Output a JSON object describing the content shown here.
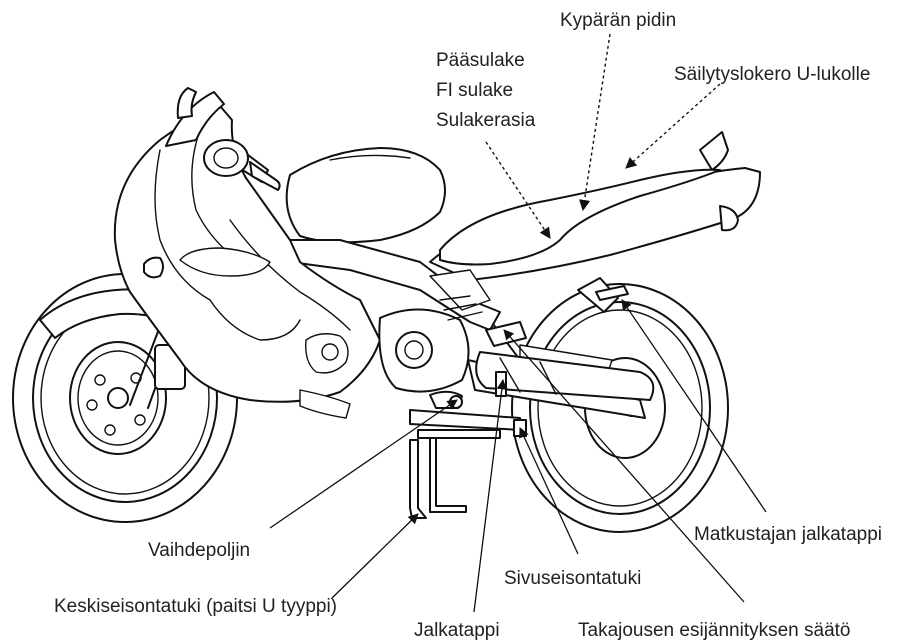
{
  "labels": {
    "helmet_holder": "Kypärän pidin",
    "main_fuse": "Pääsulake",
    "fi_fuse": "FI sulake",
    "fuse_box": "Sulakerasia",
    "u_lock_storage": "Säilytyslokero U-lukolle",
    "gearshift_pedal": "Vaihdepoljin",
    "center_stand": "Keskiseisontatuki (paitsi U tyyppi)",
    "footpeg": "Jalkatappi",
    "rear_spring_preload": "Takajousen esijännityksen säätö",
    "side_stand": "Sivuseisontatuki",
    "passenger_footpeg": "Matkustajan jalkatappi"
  }
}
